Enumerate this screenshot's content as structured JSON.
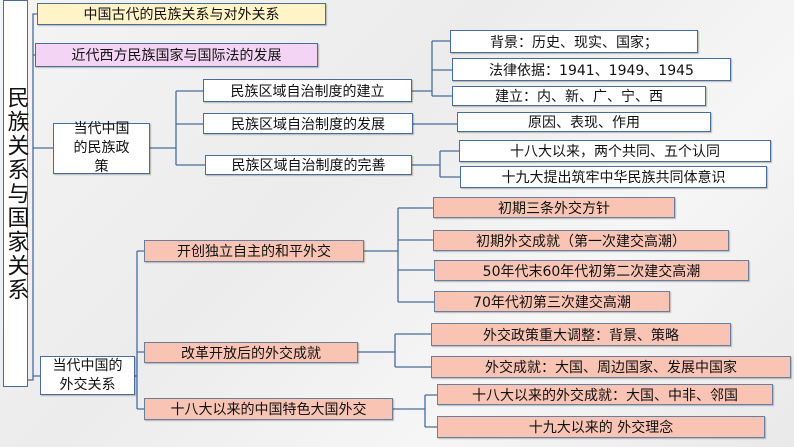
{
  "root": "民族关系与国家关系",
  "branches": {
    "ancient": "中国古代的民族关系与对外关系",
    "modern": "近代西方民族国家与国际法的发展",
    "ethnic_policy": {
      "label": "当代中国的民族政策",
      "items": [
        {
          "label": "民族区域自治制度的建立",
          "children": [
            "背景：历史、现实、国家；",
            "法律依据：1941、1949、1945",
            "建立：内、新、广、宁、西"
          ]
        },
        {
          "label": "民族区域自治制度的发展",
          "children": [
            "原因、表现、作用"
          ]
        },
        {
          "label": "民族区域自治制度的完善",
          "children": [
            "十八大以来，两个共同、五个认同",
            "十九大提出筑牢中华民族共同体意识"
          ]
        }
      ]
    },
    "foreign": {
      "label": "当代中国的外交关系",
      "items": [
        {
          "label": "开创独立自主的和平外交",
          "children": [
            "初期三条外交方针",
            "初期外交成就（第一次建交高潮）",
            "50年代末60年代初第二次建交高潮",
            "70年代初第三次建交高潮"
          ]
        },
        {
          "label": "改革开放后的外交成就",
          "children": [
            "外交政策重大调整：背景、策略",
            "外交成就：大国、周边国家、发展中国家"
          ]
        },
        {
          "label": "十八大以来的中国特色大国外交",
          "children": [
            "十八大以来的外交成就：大国、中非、邻国",
            "十九大以来的 外交理念"
          ]
        }
      ]
    }
  },
  "colors": {
    "ancient": "#fff3c8",
    "modern": "#f3d4f5",
    "foreign": "#f9c4b4",
    "border": "#4a6c98"
  }
}
